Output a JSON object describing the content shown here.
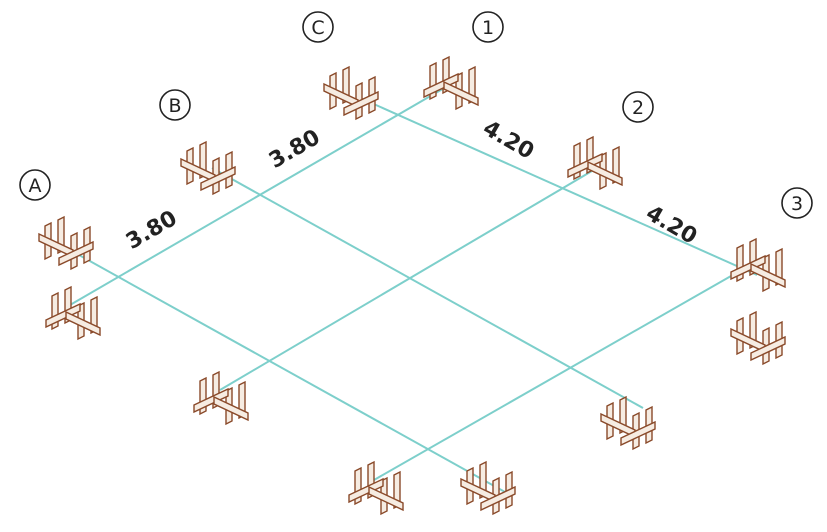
{
  "grid_labels": {
    "letters": [
      "A",
      "B",
      "C"
    ],
    "numbers": [
      "1",
      "2",
      "3"
    ]
  },
  "dimensions": {
    "letter_spacings": [
      "3.80",
      "3.80"
    ],
    "number_spacings": [
      "4.20",
      "4.20"
    ]
  },
  "colors": {
    "string_line": "#7dcfcb",
    "timber_fill": "#f6ece2",
    "timber_stroke": "#8a4a2a",
    "label": "#222222"
  }
}
